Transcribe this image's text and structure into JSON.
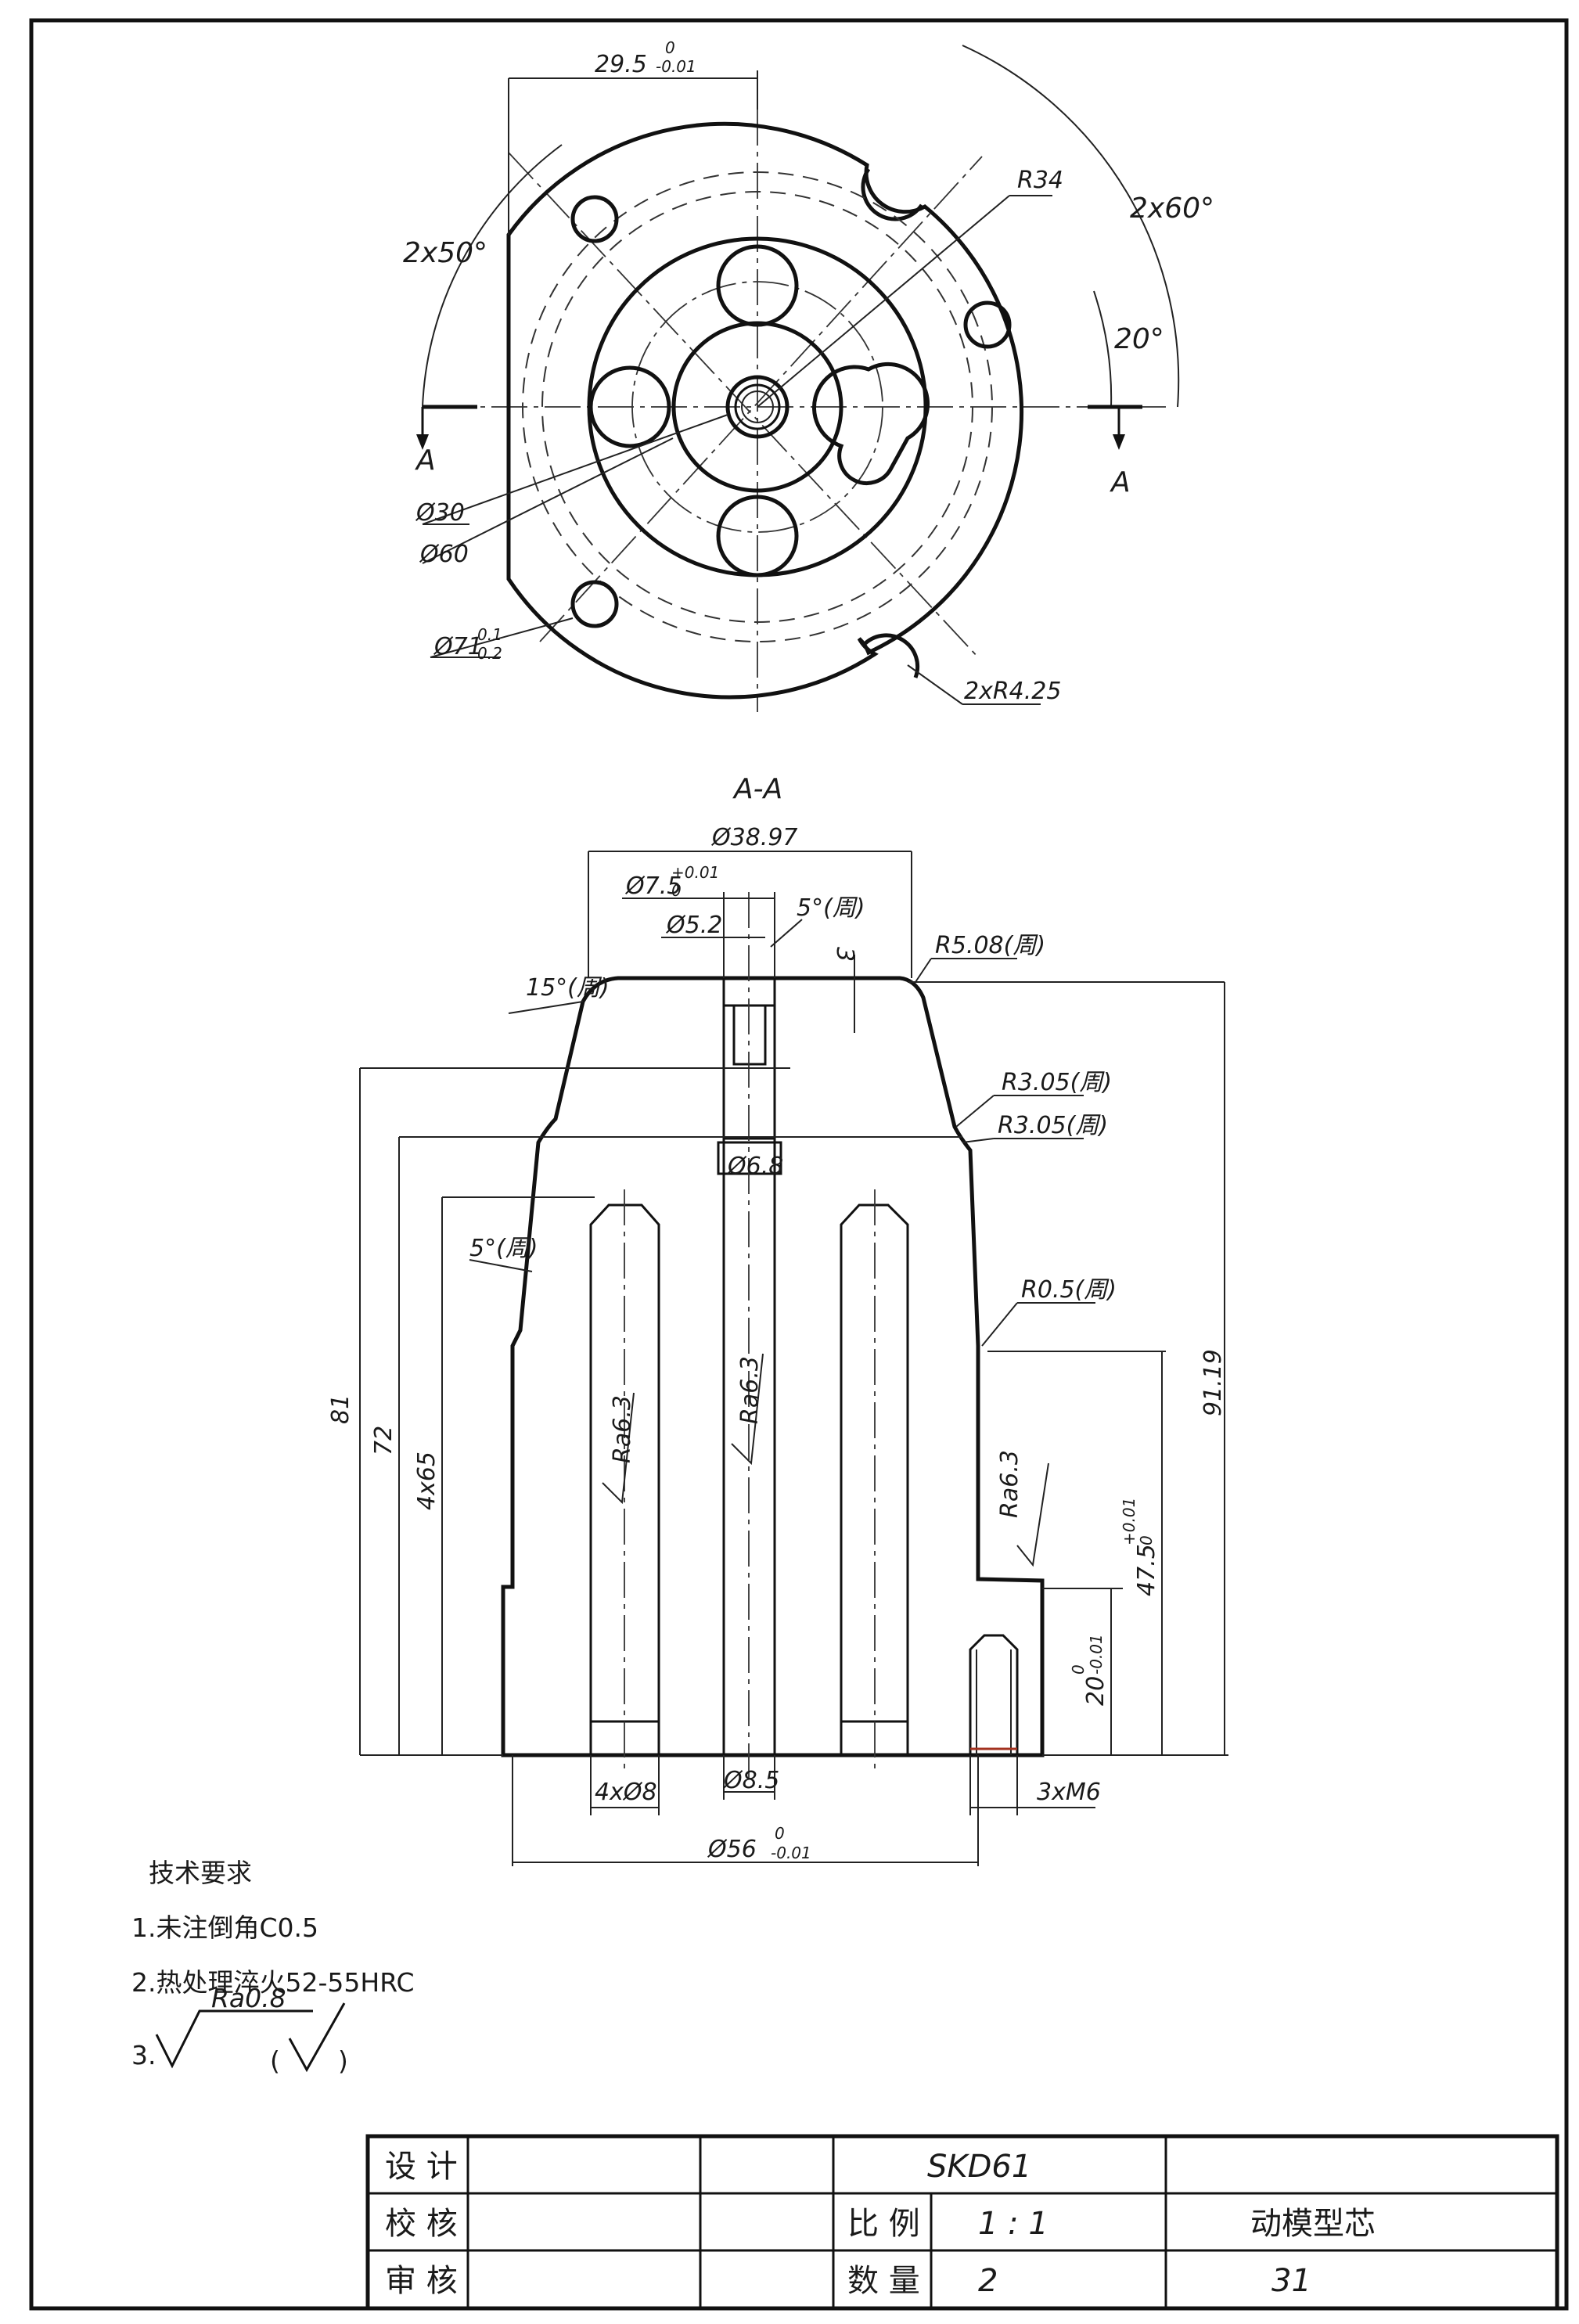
{
  "top_view": {
    "dim_width": "29.5",
    "dim_width_tol_up": "0",
    "dim_width_tol_low": "-0.01",
    "angle_left": "2x50°",
    "angle_right": "2x60°",
    "angle_small": "20°",
    "radius_r34": "R34",
    "dia_30": "Ø30",
    "dia_60": "Ø60",
    "dia_71": "Ø71",
    "dia_71_tol_up": "0.1",
    "dia_71_tol_low": "0.2",
    "notch_radius": "2xR4.25",
    "section_mark_left": "A",
    "section_mark_right": "A"
  },
  "section_view": {
    "title": "A-A",
    "dia_top": "Ø38.97",
    "dia_pin": "Ø7.5",
    "dia_pin_tol_up": "+0.01",
    "dia_pin_tol_low": "0",
    "dia_5_2": "Ø5.2",
    "taper_5": "5°(周)",
    "dim_3": "3",
    "r508": "R5.08(周)",
    "angle_15": "15°(周)",
    "r305_a": "R3.05(周)",
    "r305_b": "R3.05(周)",
    "dia_6_8": "Ø6.8",
    "angle_5_side": "5°(周)",
    "r05": "R0.5(周)",
    "roughness_left": "Ra6.3",
    "roughness_center": "Ra6.3",
    "roughness_right": "Ra6.3",
    "dim_81": "81",
    "dim_72": "72",
    "dim_4x65": "4x65",
    "dim_9119": "91.19",
    "dim_475": "47.5",
    "dim_475_tol_up": "+0.01",
    "dim_475_tol_low": "0",
    "dim_20": "20",
    "dim_20_tol_up": "0",
    "dim_20_tol_low": "-0.01",
    "dim_4x8": "4xØ8",
    "dim_8_5": "Ø8.5",
    "dim_3xm6": "3xM6",
    "dim_56": "Ø56",
    "dim_56_tol_up": "0",
    "dim_56_tol_low": "-0.01"
  },
  "requirements": {
    "heading": "技术要求",
    "item1": "1.未注倒角C0.5",
    "item2": "2.热处理淬火52-55HRC",
    "item3_num": "3.",
    "item3_ra": "Ra0.8",
    "item3_paren_open": "(",
    "item3_paren_close": ")"
  },
  "title_block": {
    "design": "设 计",
    "check": "校 核",
    "review": "审 核",
    "material": "SKD61",
    "scale_label": "比 例",
    "scale_value": "1 : 1",
    "qty_label": "数 量",
    "qty_value": "2",
    "part_name": "动模型芯",
    "drawing_no": "31"
  }
}
